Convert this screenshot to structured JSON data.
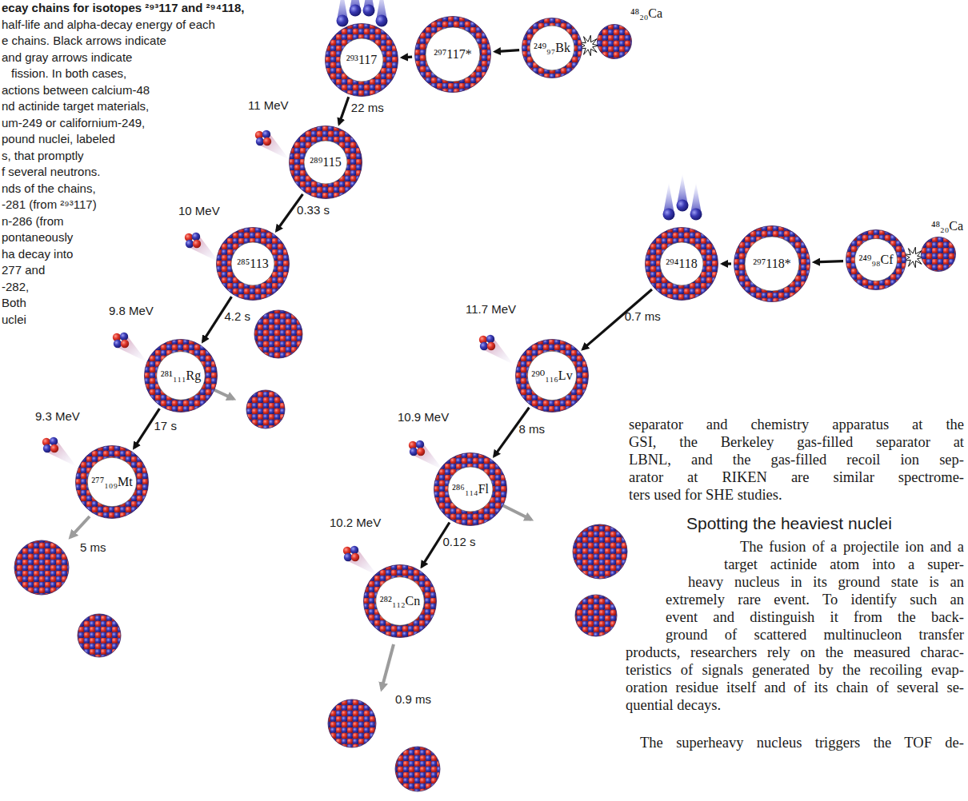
{
  "diagram": {
    "nodes": [
      {
        "text": [
          "²⁹³117"
        ]
      },
      {
        "text": [
          "²⁹⁷117*"
        ]
      },
      {
        "text": [
          "²⁴⁹₉₇Bk"
        ]
      },
      {
        "text": [
          "⁴⁸₂₀Ca"
        ]
      },
      {
        "text": [
          "²⁸⁹115"
        ]
      },
      {
        "text": [
          "²⁸⁵113"
        ]
      },
      {
        "text": [
          "²⁸¹₁₁₁Rg"
        ]
      },
      {
        "text": [
          "²⁷⁷₁₀₉Mt"
        ]
      },
      {
        "text": [
          "²⁹⁴118"
        ]
      },
      {
        "text": [
          "²⁹⁷118*"
        ]
      },
      {
        "text": [
          "²⁴⁹₉₈Cf"
        ]
      },
      {
        "text": [
          "⁴⁸₂₀Ca"
        ]
      },
      {
        "text": [
          "²⁹⁰₁₁₆Lv"
        ]
      },
      {
        "text": [
          "²⁸⁶₁₁₄Fl"
        ]
      },
      {
        "text": [
          "²⁸²₁₁₂Cn"
        ]
      }
    ],
    "edges": [
      {
        "from": 1,
        "to": 0,
        "arrow": "to"
      },
      {
        "from": 2,
        "to": 1,
        "arrow": "to"
      },
      {
        "from": 0,
        "to": 4,
        "label": "22 ms",
        "arrow": "to"
      },
      {
        "from": 4,
        "to": 5,
        "label": "0.33 s",
        "arrow": "to"
      },
      {
        "from": 5,
        "to": 6,
        "label": "4.2 s",
        "arrow": "to"
      },
      {
        "from": 6,
        "to": 7,
        "label": "17 s",
        "arrow": "to"
      },
      {
        "from": 9,
        "to": 8,
        "arrow": "to"
      },
      {
        "from": 10,
        "to": 9,
        "arrow": "to"
      },
      {
        "from": 8,
        "to": 12,
        "label": "0.7 ms",
        "arrow": "to"
      },
      {
        "from": 12,
        "to": 13,
        "label": "8 ms",
        "arrow": "to"
      },
      {
        "from": 13,
        "to": 14,
        "label": "0.12 s",
        "arrow": "to"
      }
    ],
    "labels": [
      "ecay chains for isotopes ²⁹³117 and ²⁹⁴118,",
      "half-life and alpha-decay energy of each",
      "e chains. Black arrows indicate",
      "and gray arrows indicate",
      "fission. In both cases,",
      "actions between calcium-48",
      "nd actinide target materials,",
      "um-249 or californium-249,",
      "pound nuclei, labeled",
      "s, that promptly",
      "f several neutrons.",
      "nds of the chains,",
      "-281 (from ²⁹³117)",
      "n-286 (from",
      "pontaneously",
      "ha decay into",
      "277 and",
      "-282,",
      "Both",
      "uclei",
      "11 MeV",
      "10 MeV",
      "9.8 MeV",
      "9.3 MeV",
      "11.7 MeV",
      "10.9 MeV",
      "10.2 MeV",
      "5 ms",
      "0.9 ms",
      "separator and chemistry apparatus at the",
      "GSI, the Berkeley gas-filled separator at",
      "LBNL, and the gas-filled recoil ion sep-",
      "arator at RIKEN are similar spectrome-",
      "ters used for SHE studies.",
      "Spotting the heaviest nuclei",
      "The fusion of a projectile ion and a",
      "target actinide atom into a super-",
      "heavy nucleus in its ground state is an",
      "extremely rare event. To identify such an",
      "event and distinguish it from the back-",
      "ground of scattered multinucleon transfer",
      "products, researchers rely on the measured charac-",
      "teristics of signals generated by the recoiling evap-",
      "oration residue itself and of its chain of several se-",
      "quential decays.",
      "The superheavy nucleus triggers the TOF de-"
    ]
  }
}
